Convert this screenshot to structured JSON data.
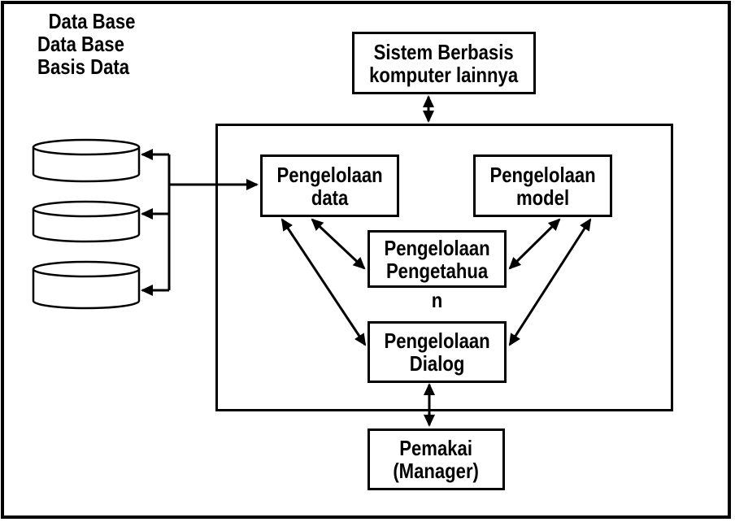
{
  "palette": {
    "ink": "#000000",
    "paper": "#ffffff"
  },
  "corner_label": {
    "line1": "Data Base",
    "line2": "Data Base",
    "line3": "Basis Data"
  },
  "nodes": {
    "external_system": {
      "line1": "Sistem Berbasis",
      "line2": "komputer lainnya"
    },
    "data_management": {
      "line1": "Pengelolaan",
      "line2": "data"
    },
    "model_management": {
      "line1": "Pengelolaan",
      "line2": "model"
    },
    "knowledge_management": {
      "line1": "Pengelolaan",
      "line2": "Pengetahua",
      "overflow_char": "n"
    },
    "dialog_management": {
      "line1": "Pengelolaan",
      "line2": "Dialog"
    },
    "user": {
      "line1": "Pemakai",
      "line2": "(Manager)"
    }
  },
  "database_stack": {
    "cylinder_count": 3
  }
}
